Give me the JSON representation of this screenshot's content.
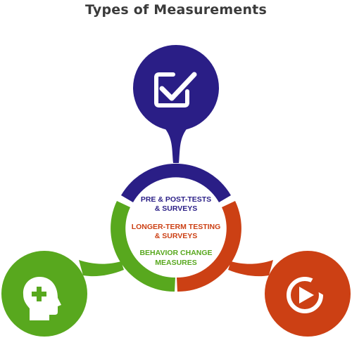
{
  "title": "Types of Measurements",
  "colors": {
    "blue": "#2a1e86",
    "green": "#58a81e",
    "orange": "#cc4014",
    "icon_fill": "#ffffff"
  },
  "center_labels": {
    "pre_post": {
      "line1": "PRE & POST-TESTS",
      "line2": "& SURVEYS"
    },
    "longer_term": {
      "line1": "LONGER-TERM TESTING",
      "line2": "& SURVEYS"
    },
    "behavior": {
      "line1": "BEHAVIOR CHANGE",
      "line2": "MEASURES"
    }
  },
  "icons": {
    "top": "checkbox-check-icon",
    "left": "head-plus-icon",
    "right": "play-circle-icon"
  }
}
